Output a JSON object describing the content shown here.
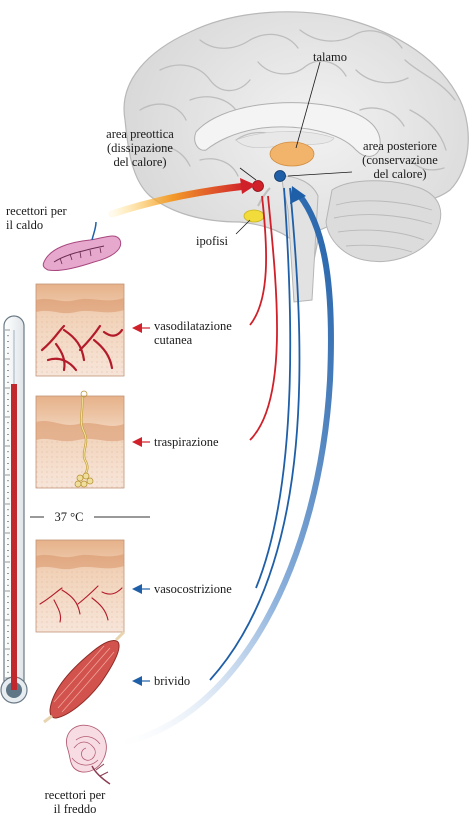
{
  "labels": {
    "talamo": "talamo",
    "area_preottica": "area preottica\n(dissipazione\ndel calore)",
    "area_posteriore": "area posteriore\n(conservazione\ndel calore)",
    "recettori_caldo": "recettori per\nil caldo",
    "ipofisi": "ipofisi",
    "vasodilatazione": "vasodilatazione\ncutanea",
    "traspirazione": "traspirazione",
    "temperatura": "37 °C",
    "vasocostrizione": "vasocostrizione",
    "brivido": "brivido",
    "recettori_freddo": "recettori per\nil freddo"
  },
  "colors": {
    "heat_pathway": "#d0202a",
    "cold_pathway": "#1f5fa8",
    "brain": "#e6e6e6",
    "thalamus": "#f2b46a",
    "hypophysis": "#f1dc3c",
    "skin_surface": "#e7b48a",
    "vessel": "#b31b2a",
    "thermometer_mercury": "#c0282e"
  },
  "icons": {
    "brain": "brain-illustration",
    "thermometer": "thermometer-icon",
    "skin": "skin-section-illustration",
    "muscle": "muscle-illustration",
    "receptor": "nerve-receptor-illustration"
  }
}
